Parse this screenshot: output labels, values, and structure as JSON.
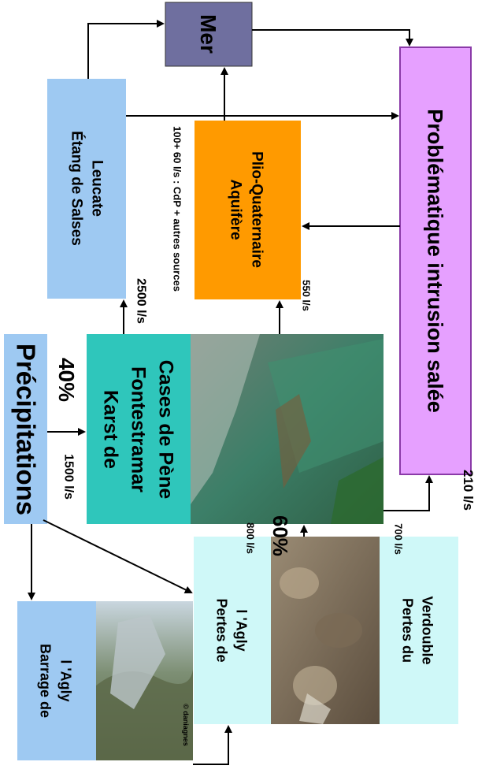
{
  "diagram": {
    "boxes": {
      "precipitations": "Précipitations",
      "karst": [
        "Karst de",
        "Fontestramar",
        "Cases de Pène"
      ],
      "etang": [
        "Étang de Salses",
        "Leucate"
      ],
      "mer": "Mer",
      "aquifere": [
        "Aquifère",
        "Plio-Quaternaire"
      ],
      "intrusion": "Problématique intrusion salée",
      "barrage": [
        "Barrage de",
        "l 'Agly"
      ],
      "pertes_agly": [
        "Pertes de",
        "l 'Agly"
      ],
      "pertes_verdouble": [
        "Pertes du",
        "Verdouble"
      ]
    },
    "labels": {
      "pct_40": "40%",
      "pct_60": "60%",
      "flow_1500": "1500 l/s",
      "flow_2500": "2500 l/s",
      "flow_sources": "100+ 60 l/s : CdP + autres sources",
      "flow_550": "550 l/s",
      "flow_800": "800 l/s",
      "flow_700": "700 l/s",
      "flow_210": "210 l/s",
      "photo_credit": "© daniagnes"
    },
    "colors": {
      "blue": "#9ec9f2",
      "teal": "#2fc6bb",
      "purple_mer": "#6f6f9f",
      "orange": "#ff9a00",
      "violet": "#e6a0ff",
      "lightcyan": "#cff8f8"
    }
  }
}
